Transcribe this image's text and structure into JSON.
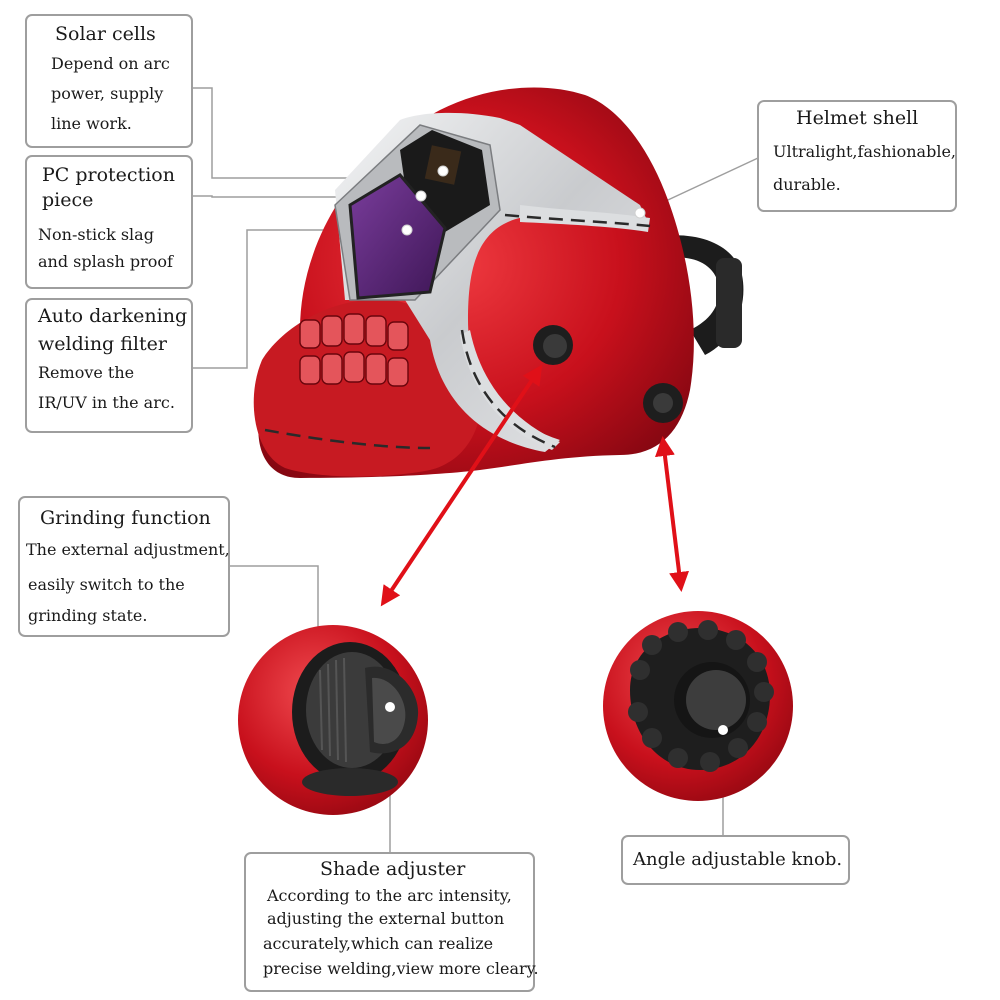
{
  "callouts": {
    "solar_cells": {
      "title": "Solar cells",
      "lines": [
        "Depend on arc",
        "power, supply",
        "line work."
      ]
    },
    "pc_protection": {
      "title_lines": [
        "PC protection",
        "piece"
      ],
      "lines": [
        "Non-stick slag",
        "and splash proof"
      ]
    },
    "auto_darkening": {
      "title_lines": [
        "Auto darkening",
        "welding filter"
      ],
      "lines": [
        "Remove the",
        "IR/UV in the arc."
      ]
    },
    "helmet_shell": {
      "title": "Helmet shell",
      "lines": [
        "Ultralight,fashionable,",
        "durable."
      ]
    },
    "grinding": {
      "title": "Grinding function",
      "lines": [
        "The external adjustment,",
        "easily switch to the",
        "grinding state."
      ]
    },
    "shade_adjuster": {
      "title": "Shade adjuster",
      "lines": [
        "According to the arc intensity,",
        "adjusting the external button",
        "accurately,which can realize",
        "precise welding,view more cleary."
      ]
    },
    "angle_knob": {
      "title": "Angle adjustable knob."
    }
  },
  "colors": {
    "helmet_red": "#c8101c",
    "helmet_red_dark": "#8e0710",
    "silver": "#d6d8db",
    "lens_purple": "#5b2a7a",
    "arrow_red": "#e01018",
    "box_border": "#9e9e9e",
    "knob_black": "#222222"
  },
  "icons": [
    "double-arrow-icon",
    "pointer-dot-icon",
    "knob-icon"
  ]
}
